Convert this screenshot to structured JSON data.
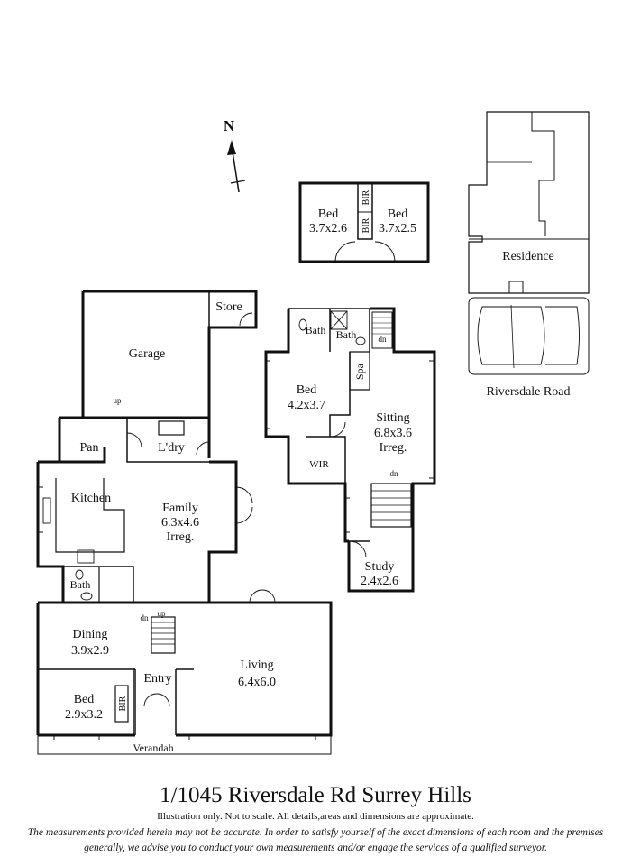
{
  "compass": {
    "label": "N"
  },
  "rooms": {
    "garage": {
      "name": "Garage"
    },
    "store": {
      "name": "Store"
    },
    "pan": {
      "name": "Pan"
    },
    "laundry": {
      "name": "L'dry"
    },
    "kitchen": {
      "name": "Kitchen"
    },
    "family": {
      "name": "Family",
      "size": "6.3x4.6",
      "note": "Irreg."
    },
    "bath_lower": {
      "name": "Bath"
    },
    "dining": {
      "name": "Dining",
      "size": "3.9x2.9"
    },
    "entry": {
      "name": "Entry"
    },
    "living": {
      "name": "Living",
      "size": "6.4x6.0"
    },
    "bed_front": {
      "name": "Bed",
      "size": "2.9x3.2"
    },
    "bir_front": {
      "name": "BIR"
    },
    "verandah": {
      "name": "Verandah"
    },
    "bed_a": {
      "name": "Bed",
      "size": "3.7x2.6"
    },
    "bed_b": {
      "name": "Bed",
      "size": "3.7x2.5"
    },
    "bir_top1": {
      "name": "BIR"
    },
    "bir_top2": {
      "name": "BIR"
    },
    "bath_up1": {
      "name": "Bath"
    },
    "bath_up2": {
      "name": "Bath"
    },
    "spa": {
      "name": "Spa"
    },
    "bed_mid": {
      "name": "Bed",
      "size": "4.2x3.7"
    },
    "wir": {
      "name": "WIR"
    },
    "sitting": {
      "name": "Sitting",
      "size": "6.8x3.6",
      "note": "Irreg."
    },
    "study": {
      "name": "Study",
      "size": "2.4x2.6"
    }
  },
  "stairs": {
    "up1": "up",
    "up2": "up",
    "dn1": "dn",
    "dn2": "dn",
    "dn3": "dn"
  },
  "site": {
    "residence": "Residence",
    "road": "Riversdale Road"
  },
  "title": "1/1045 Riversdale Rd Surrey Hills",
  "subtitle": "Illustration only. Not to scale. All details,areas and dimensions are approximate.",
  "disclaimer": "The measurements provided herein may not be accurate. In order to satisfy yourself of the exact dimensions of each room and the premises generally, we advise you to conduct your own measurements and/or engage the services of a qualified surveyor."
}
